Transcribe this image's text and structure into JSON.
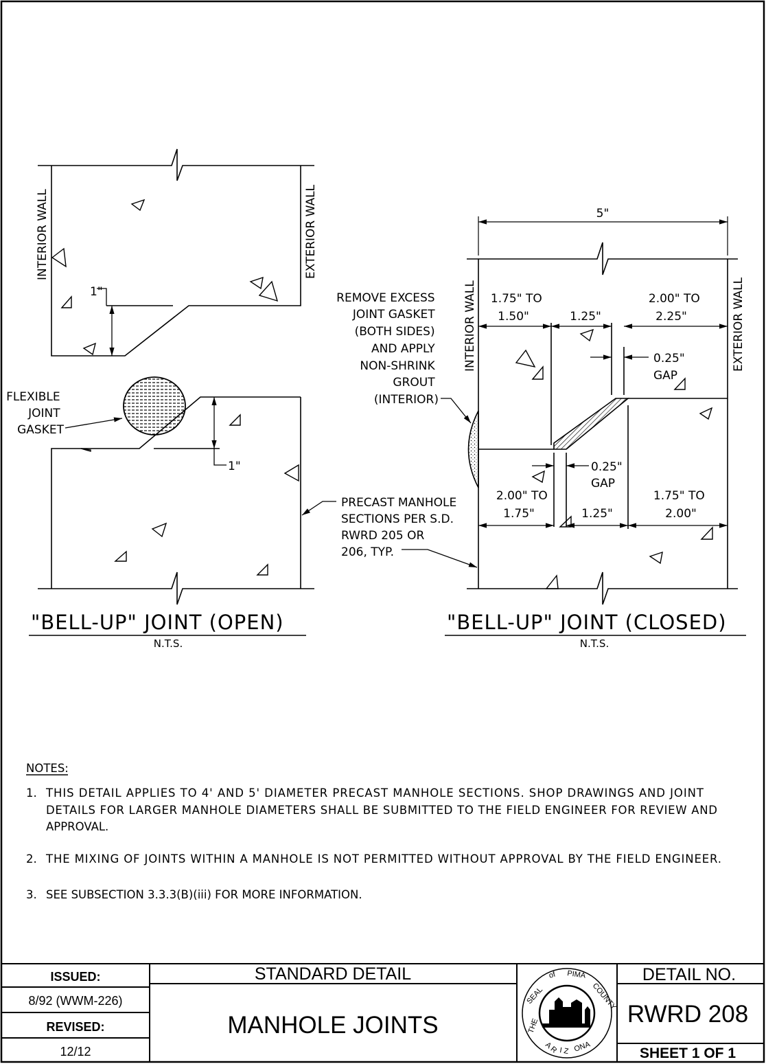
{
  "left_detail": {
    "interior_wall": "INTERIOR WALL",
    "exterior_wall": "EXTERIOR WALL",
    "dim_top": "1\"",
    "dim_bottom": "1\"",
    "gasket_label": [
      "FLEXIBLE",
      "JOINT",
      "GASKET"
    ],
    "precast_label": [
      "PRECAST MANHOLE",
      "SECTIONS PER S.D.",
      "RWRD 205 OR",
      "206, TYP."
    ],
    "title": "\"BELL-UP\" JOINT (OPEN)",
    "scale": "N.T.S."
  },
  "right_detail": {
    "interior_wall": "INTERIOR WALL",
    "exterior_wall": "EXTERIOR WALL",
    "overall_dim": "5\"",
    "remove_label": [
      "REMOVE EXCESS",
      "JOINT GASKET",
      "(BOTH SIDES)",
      "AND APPLY",
      "NON-SHRINK",
      "GROUT",
      "(INTERIOR)"
    ],
    "top_dims": {
      "left_a": "1.75\" TO",
      "left_b": "1.50\"",
      "mid": "1.25\"",
      "right_a": "2.00\" TO",
      "right_b": "2.25\""
    },
    "top_gap": {
      "value": "0.25\"",
      "label": "GAP"
    },
    "bottom_gap": {
      "value": "0.25\"",
      "label": "GAP"
    },
    "bottom_dims": {
      "left_a": "2.00\" TO",
      "left_b": "1.75\"",
      "mid": "1.25\"",
      "right_a": "1.75\" TO",
      "right_b": "2.00\""
    },
    "title": "\"BELL-UP\" JOINT (CLOSED)",
    "scale": "N.T.S."
  },
  "notes": {
    "heading": "NOTES:",
    "items": [
      [
        "1.",
        "THIS DETAIL APPLIES TO 4' AND 5' DIAMETER PRECAST MANHOLE SECTIONS. SHOP DRAWINGS AND JOINT",
        "DETAILS FOR LARGER MANHOLE DIAMETERS SHALL BE SUBMITTED TO THE FIELD ENGINEER FOR REVIEW AND",
        "APPROVAL."
      ],
      [
        "2.",
        "THE MIXING OF JOINTS WITHIN A MANHOLE IS NOT PERMITTED WITHOUT APPROVAL BY THE FIELD ENGINEER."
      ],
      [
        "3.",
        "SEE SUBSECTION 3.3.3(B)(iii) FOR MORE INFORMATION."
      ]
    ]
  },
  "title_block": {
    "issued_label": "ISSUED:",
    "issued_value": "8/92 (WWM-226)",
    "revised_label": "REVISED:",
    "revised_value": "12/12",
    "standard_detail": "STANDARD DETAIL",
    "drawing_title": "MANHOLE JOINTS",
    "seal_text": "THE SEAL of PIMA COUNTY ARIZONA",
    "detail_no_label": "DETAIL NO.",
    "detail_no": "RWRD 208",
    "sheet": "SHEET 1 OF 1"
  }
}
